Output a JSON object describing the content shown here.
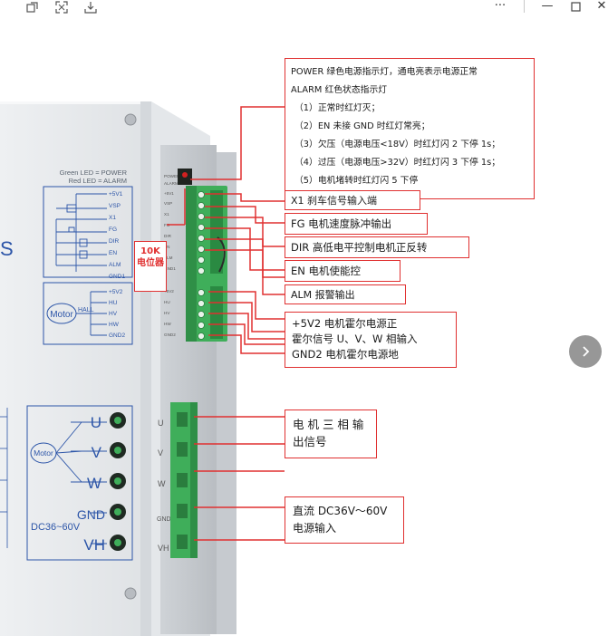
{
  "toolbar": {
    "more_label": "···",
    "minimize_label": "—",
    "close_label": "✕"
  },
  "device": {
    "led_legend": [
      "Green LED = POWER",
      "Red LED = ALARM"
    ],
    "side_pins": [
      "POWER",
      "ALARM",
      "+5V1",
      "VSP",
      "X1",
      "FG",
      "DIR",
      "EN",
      "ALM",
      "GND1",
      "+5V2",
      "HU",
      "HV",
      "HW",
      "GND2"
    ],
    "ctrl_pins": [
      "+5V1",
      "VSP",
      "X1",
      "FG",
      "DIR",
      "EN",
      "ALM",
      "GND1"
    ],
    "hall_pins": [
      "+5V2",
      "HU",
      "HV",
      "HW",
      "GND2"
    ],
    "motor_label": "Motor",
    "hall_label": "HALL",
    "power_pins": [
      "U",
      "V",
      "W",
      "GND",
      "VH"
    ],
    "voltage_label": "DC36~60V",
    "brand_fragment": "S",
    "pot_label": "10K 电位器"
  },
  "callouts": {
    "led": {
      "lines": [
        "POWER 绿色电源指示灯，通电亮表示电源正常",
        "ALARM 红色状态指示灯",
        "（1）正常时红灯灭；",
        "（2）EN 未接 GND 时红灯常亮；",
        "（3）欠压（电源电压<18V）时红灯闪 2 下停 1s；",
        "（4）过压（电源电压>32V）时红灯闪 3 下停 1s；",
        "（5）电机堵转时红灯闪 5 下停"
      ]
    },
    "x1": "X1 刹车信号输入端",
    "fg": "FG 电机速度脉冲输出",
    "dir": "DIR 高低电平控制电机正反转",
    "en": "EN  电机使能控",
    "alm": "ALM 报警输出",
    "hall": [
      "+5V2 电机霍尔电源正",
      "霍尔信号 U、V、W 相输入",
      "GND2 电机霍尔电源地"
    ],
    "motor3": [
      "电 机 三 相 输",
      "出信号"
    ],
    "dc": [
      "直流  DC36V～60V",
      "电源输入"
    ]
  },
  "colors": {
    "callout_border": "#e03030",
    "terminal_green": "#3fae5a",
    "diagram_blue": "#2c55a8",
    "panel_gray": "#e9ebed"
  }
}
